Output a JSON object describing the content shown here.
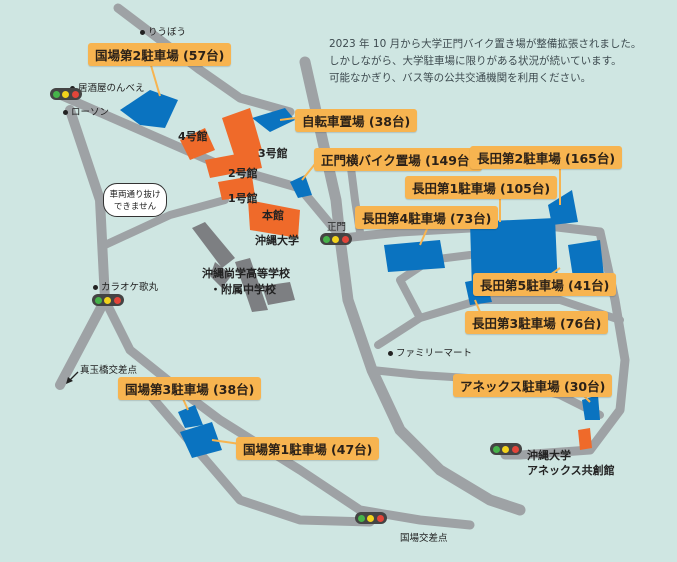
{
  "notice": {
    "line1": "2023 年 10 月から大学正門バイク置き場が整備拡張されました。",
    "line2": "しかしながら、大学駐車場に限りがある状況が続いています。",
    "line3": "可能なかぎり、バス等の公共交通機関を利用ください。"
  },
  "parking_labels": {
    "kuniba2": "国場第2駐車場 (57台)",
    "bicycle": "自転車置場 (38台)",
    "seimon_bike": "正門横バイク置場 (149台)",
    "nagata2": "長田第2駐車場 (165台)",
    "nagata1": "長田第1駐車場 (105台)",
    "nagata4": "長田第4駐車場 (73台)",
    "nagata5": "長田第5駐車場 (41台)",
    "nagata3": "長田第3駐車場 (76台)",
    "annex": "アネックス駐車場 (30台)",
    "kuniba3": "国場第3駐車場 (38台)",
    "kuniba1": "国場第1駐車場 (47台)"
  },
  "buildings": {
    "b4": "4号館",
    "b3": "3号館",
    "b2": "2号館",
    "b1": "1号館",
    "honkan": "本館",
    "university": "沖縄大学",
    "school_line1": "沖縄尚学高等学校",
    "school_line2": "・附属中学校",
    "annex_line1": "沖縄大学",
    "annex_line2": "アネックス共創館"
  },
  "pois": {
    "ryubo": "りうぼう",
    "izakaya": "居酒屋のんべえ",
    "lawson": "ローソン",
    "karaoke": "カラオケ歌丸",
    "familymart": "ファミリーマート",
    "seimon": "正門",
    "matama": "真玉橋交差点",
    "kuniba_crossing": "国場交差点"
  },
  "bubble": {
    "line1": "車両通り抜け",
    "line2": "できません"
  },
  "colors": {
    "background": "#cfe6e2",
    "road": "#9ea2a5",
    "parking": "#0a73c0",
    "university_building": "#ef6a2a",
    "school_building": "#7d7f82",
    "label_bg": "#f7b450",
    "light_green": "#46b34a",
    "light_yellow": "#f2d21c",
    "light_red": "#e2453a"
  }
}
